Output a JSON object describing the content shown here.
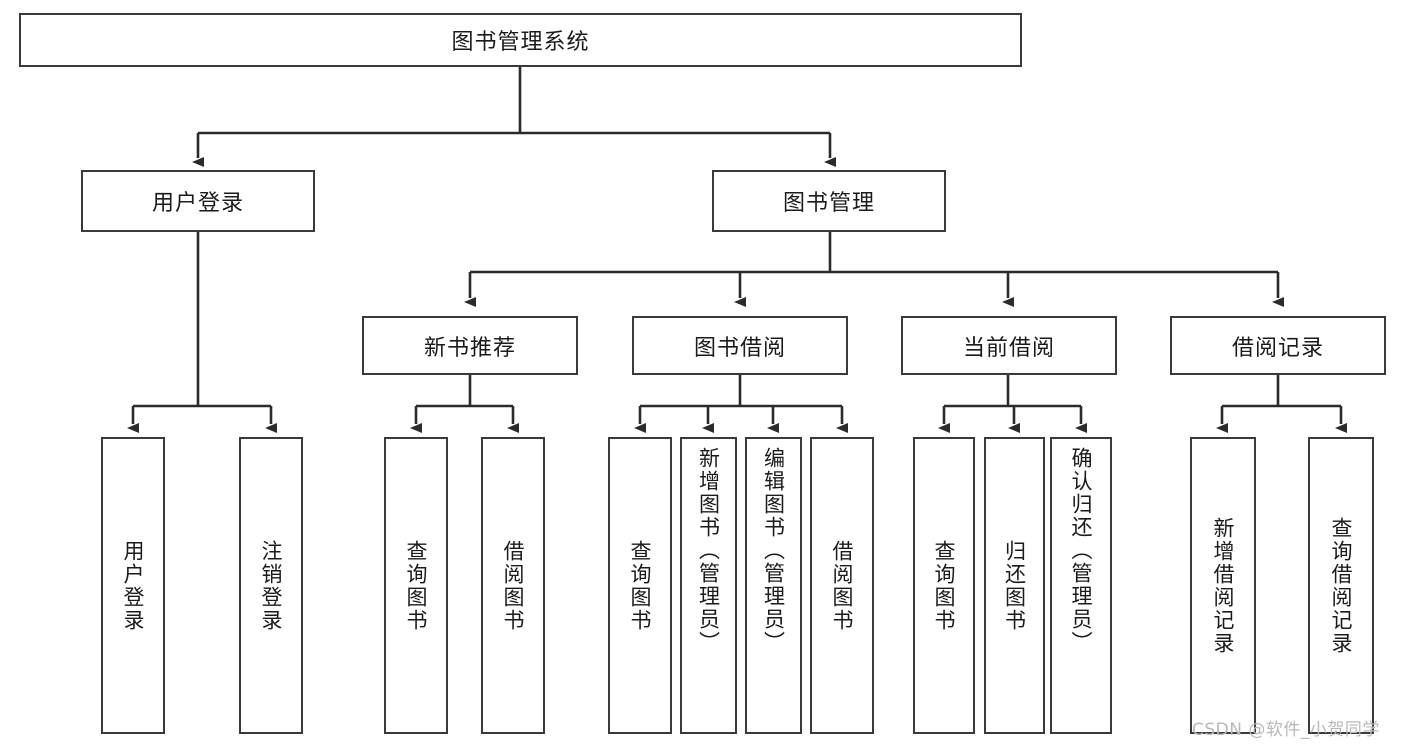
{
  "diagram": {
    "type": "tree-hierarchy-diagram",
    "title": "图书管理系统",
    "colors": {
      "box_border": "#3a3a3a",
      "box_fill": "#ffffff",
      "line": "#2b2b2b",
      "text": "#1b1b1b",
      "watermark": "#b9b9b9"
    },
    "root": {
      "label": "图书管理系统"
    },
    "level2": [
      {
        "label": "用户登录"
      },
      {
        "label": "图书管理"
      }
    ],
    "level3": [
      {
        "label": "新书推荐"
      },
      {
        "label": "图书借阅"
      },
      {
        "label": "当前借阅"
      },
      {
        "label": "借阅记录"
      }
    ],
    "leaves": {
      "user_login": [
        {
          "label": "用户登录"
        },
        {
          "label": "注销登录"
        }
      ],
      "new_book_recommend": [
        {
          "label": "查询图书"
        },
        {
          "label": "借阅图书"
        }
      ],
      "book_borrow": [
        {
          "label": "查询图书"
        },
        {
          "label": "新增图书（管理员）"
        },
        {
          "label": "编辑图书（管理员）"
        },
        {
          "label": "借阅图书"
        }
      ],
      "current_borrow": [
        {
          "label": "查询图书"
        },
        {
          "label": "归还图书"
        },
        {
          "label": "确认归还（管理员）"
        }
      ],
      "borrow_record": [
        {
          "label": "新增借阅记录"
        },
        {
          "label": "查询借阅记录"
        }
      ]
    },
    "watermark": "CSDN @软件_小贺同学"
  }
}
